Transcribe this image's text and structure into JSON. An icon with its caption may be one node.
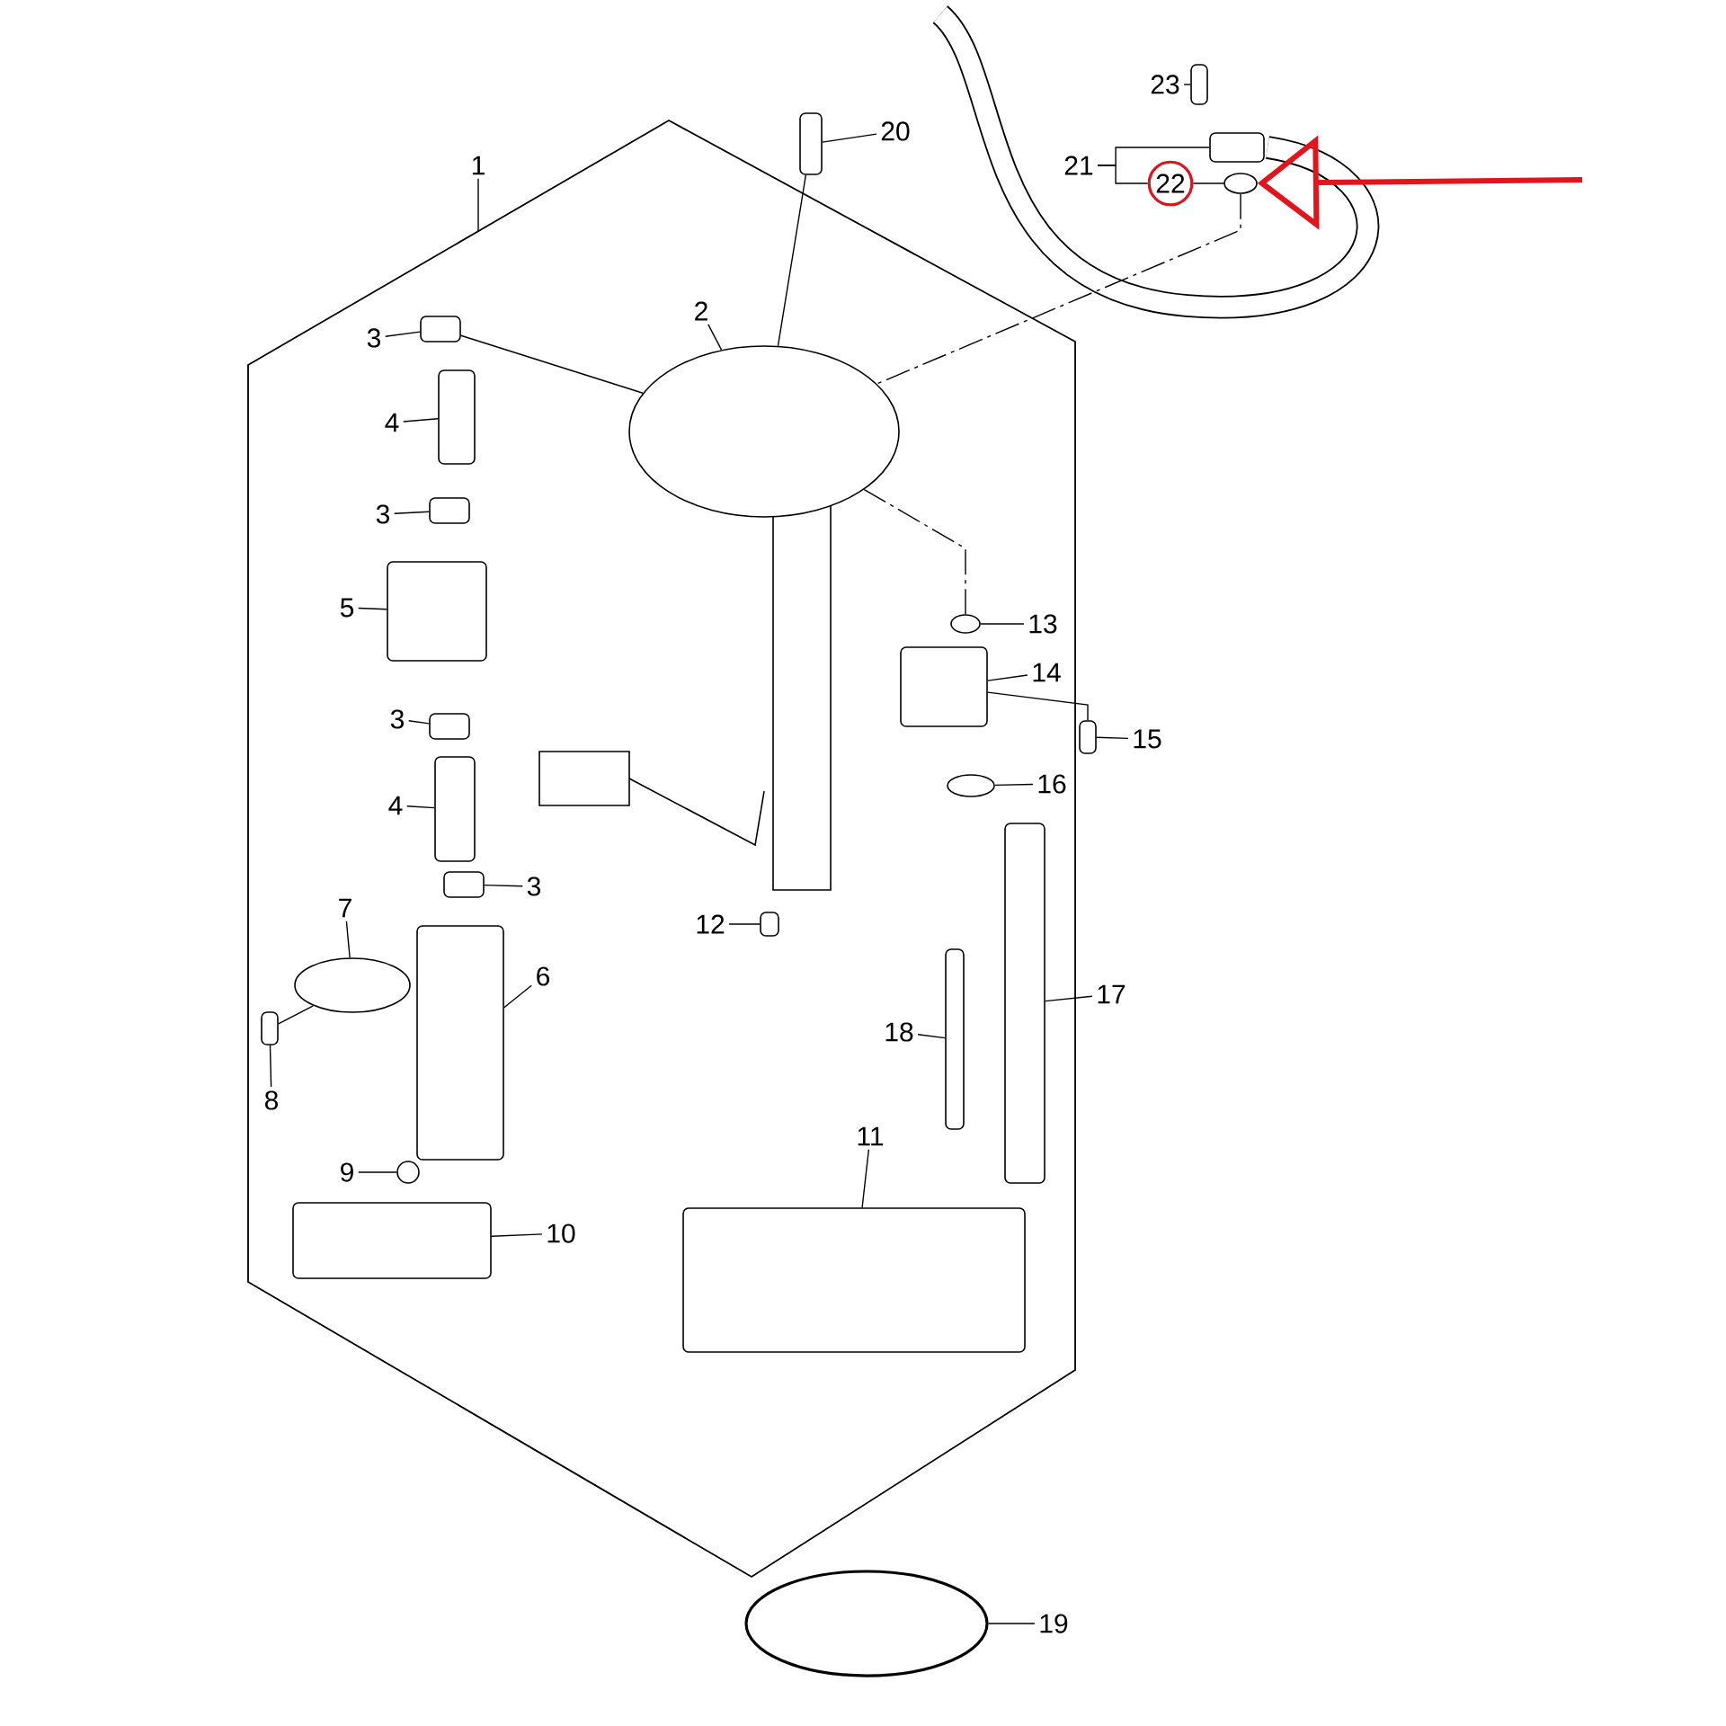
{
  "diagram": {
    "nodes": [
      {
        "text": [],
        "shape": "hexagon"
      },
      {
        "text": [
          "1"
        ]
      },
      {
        "text": [
          "23"
        ]
      },
      {
        "text": [],
        "shape": "box"
      },
      {
        "text": [
          "20"
        ]
      },
      {
        "text": [],
        "shape": "box"
      },
      {
        "text": [
          "21"
        ]
      },
      {
        "text": [],
        "shape": "box"
      },
      {
        "text": [
          "22"
        ]
      },
      {
        "text": [],
        "shape": "ellipse"
      },
      {
        "text": [
          "2"
        ],
        "in": 0
      },
      {
        "text": [],
        "shape": "ellipse",
        "in": 0
      },
      {
        "text": [
          "3"
        ],
        "in": 0
      },
      {
        "text": [],
        "shape": "box",
        "in": 0
      },
      {
        "text": [
          "4"
        ],
        "in": 0
      },
      {
        "text": [],
        "shape": "box",
        "in": 0
      },
      {
        "text": [
          "3"
        ],
        "in": 0
      },
      {
        "text": [],
        "shape": "box",
        "in": 0
      },
      {
        "text": [
          "5"
        ],
        "in": 0
      },
      {
        "text": [],
        "shape": "box",
        "in": 0
      },
      {
        "text": [
          "13"
        ],
        "in": 0
      },
      {
        "text": [],
        "shape": "ellipse",
        "in": 0
      },
      {
        "text": [
          "14"
        ],
        "in": 0
      },
      {
        "text": [],
        "shape": "box",
        "in": 0
      },
      {
        "text": [
          "3"
        ],
        "in": 0
      },
      {
        "text": [],
        "shape": "box",
        "in": 0
      },
      {
        "text": [
          "15"
        ]
      },
      {
        "text": [],
        "shape": "box"
      },
      {
        "text": [
          "16"
        ],
        "in": 0
      },
      {
        "text": [],
        "shape": "ellipse",
        "in": 0
      },
      {
        "text": [
          "4"
        ],
        "in": 0
      },
      {
        "text": [],
        "shape": "box",
        "in": 0
      },
      {
        "text": [
          "3"
        ],
        "in": 0
      },
      {
        "text": [],
        "shape": "box",
        "in": 0
      },
      {
        "text": [
          "7"
        ],
        "in": 0
      },
      {
        "text": [],
        "shape": "ellipse",
        "in": 0
      },
      {
        "text": [
          "12"
        ],
        "in": 0
      },
      {
        "text": [],
        "shape": "box",
        "in": 0
      },
      {
        "text": [
          "6"
        ],
        "in": 0
      },
      {
        "text": [],
        "shape": "box",
        "in": 0
      },
      {
        "text": [
          "17"
        ]
      },
      {
        "text": [],
        "shape": "box",
        "in": 0
      },
      {
        "text": [
          "18"
        ],
        "in": 0
      },
      {
        "text": [],
        "shape": "box",
        "in": 0
      },
      {
        "text": [
          "8"
        ],
        "in": 0
      },
      {
        "text": [],
        "shape": "box",
        "in": 0
      },
      {
        "text": [
          "11"
        ],
        "in": 0
      },
      {
        "text": [],
        "shape": "box",
        "in": 0
      },
      {
        "text": [
          "9"
        ],
        "in": 0
      },
      {
        "text": [],
        "shape": "circle",
        "in": 0
      },
      {
        "text": [
          "10"
        ],
        "in": 0
      },
      {
        "text": [],
        "shape": "box",
        "in": 0
      },
      {
        "text": [
          "19"
        ]
      },
      {
        "text": [],
        "shape": "ellipse"
      }
    ],
    "edges": [
      {
        "from": 1,
        "to": 0,
        "arrow": "none"
      },
      {
        "from": 2,
        "to": 3,
        "arrow": "none"
      },
      {
        "from": 4,
        "to": 5,
        "arrow": "none"
      },
      {
        "from": 6,
        "to": 7,
        "arrow": "none"
      },
      {
        "from": 6,
        "to": 8,
        "arrow": "none"
      },
      {
        "from": 8,
        "to": 9,
        "arrow": "none"
      },
      {
        "from": 10,
        "to": 11,
        "arrow": "none"
      },
      {
        "from": 12,
        "to": 13,
        "arrow": "none"
      },
      {
        "from": 14,
        "to": 15,
        "arrow": "none"
      },
      {
        "from": 16,
        "to": 17,
        "arrow": "none"
      },
      {
        "from": 18,
        "to": 19,
        "arrow": "none"
      },
      {
        "from": 20,
        "to": 21,
        "arrow": "none"
      },
      {
        "from": 22,
        "to": 23,
        "arrow": "none"
      },
      {
        "from": 24,
        "to": 25,
        "arrow": "none"
      },
      {
        "from": 26,
        "to": 27,
        "arrow": "none"
      },
      {
        "from": 28,
        "to": 29,
        "arrow": "none"
      },
      {
        "from": 30,
        "to": 31,
        "arrow": "none"
      },
      {
        "from": 32,
        "to": 33,
        "arrow": "none"
      },
      {
        "from": 34,
        "to": 35,
        "arrow": "none"
      },
      {
        "from": 36,
        "to": 37,
        "arrow": "none"
      },
      {
        "from": 38,
        "to": 39,
        "arrow": "none"
      },
      {
        "from": 40,
        "to": 41,
        "arrow": "none"
      },
      {
        "from": 42,
        "to": 43,
        "arrow": "none"
      },
      {
        "from": 44,
        "to": 45,
        "arrow": "none"
      },
      {
        "from": 46,
        "to": 47,
        "arrow": "none"
      },
      {
        "from": 48,
        "to": 49,
        "arrow": "none"
      },
      {
        "from": 50,
        "to": 51,
        "arrow": "none"
      },
      {
        "from": 52,
        "to": 53,
        "arrow": "none"
      },
      {
        "from": null,
        "to": 9,
        "arrow": "to",
        "style": "thick",
        "color": "#e3141c"
      },
      {
        "from": 9,
        "to": 11,
        "arrow": "none",
        "style": "dashed"
      },
      {
        "from": 5,
        "to": 11,
        "arrow": "none"
      },
      {
        "from": 21,
        "to": 11,
        "arrow": "none",
        "style": "dashed"
      },
      {
        "from": 13,
        "to": 11,
        "arrow": "none"
      },
      {
        "from": 27,
        "to": 23,
        "arrow": "none"
      },
      {
        "from": 45,
        "to": 35,
        "arrow": "none"
      }
    ]
  }
}
